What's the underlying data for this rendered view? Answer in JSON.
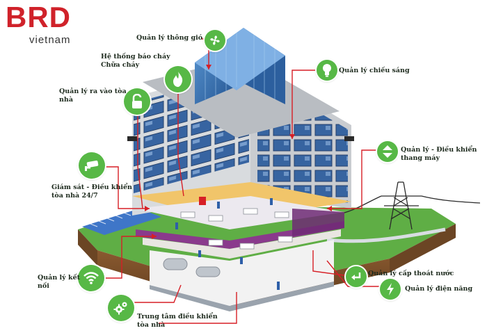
{
  "brand": {
    "logo": "BRD",
    "sub": "vietnam",
    "logo_color": "#d0222a",
    "sub_color": "#333333"
  },
  "colors": {
    "badge": "#57b846",
    "badge_dark": "#3f9b33",
    "leader": "#d71f26",
    "building_face": "#d7dadd",
    "window": "#2f5e9e",
    "window_light": "#8fb4e0",
    "roof_glass": "#3b7bbf",
    "floor_purple": "#8a3a8c",
    "ground": "#58a33f",
    "soil": "#7a4f2a"
  },
  "labels": {
    "ventilation": "Quản lý thông gió",
    "fire_line1": "Hệ thống báo cháy",
    "fire_line2": "Chữa cháy",
    "access_line1": "Quản lý ra vào tòa",
    "access_line2": "nhà",
    "lighting": "Quản lý chiếu sáng",
    "elevator_line1": "Quản lý - Điều khiển",
    "elevator_line2": "thang máy",
    "surveillance_line1": "Giám sát - Điều khiển",
    "surveillance_line2": "tòa nhà 24/7",
    "water": "Quản lý cấp thoát nước",
    "power": "Quản lý điện năng",
    "network_line1": "Quản lý kết",
    "network_line2": "nối",
    "control_line1": "Trung tâm điều khiển",
    "control_line2": "tòa nhà"
  },
  "icons": {
    "ventilation": "fan-icon",
    "fire": "flame-icon",
    "access": "padlock-icon",
    "lighting": "lightbulb-icon",
    "elevator": "elevator-arrows-icon",
    "surveillance": "security-camera-icon",
    "water": "return-arrow-icon",
    "power": "lightning-bolt-icon",
    "network": "wifi-icon",
    "control": "gears-icon"
  }
}
